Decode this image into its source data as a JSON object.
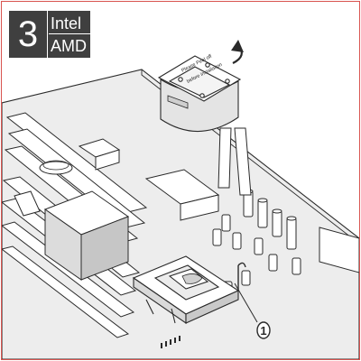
{
  "step": {
    "number": "3",
    "brands": [
      "Intel",
      "AMD"
    ]
  },
  "pump_label": {
    "line1": "Please Peel off",
    "line2": "before installation"
  },
  "callout": {
    "number": "1"
  },
  "colors": {
    "frame": "#d9534f",
    "badge": "#3f3f3f",
    "badge_text": "#ffffff",
    "ink": "#2a2a2a",
    "board_fill": "#ededed",
    "shade": "#d2d2d2"
  }
}
